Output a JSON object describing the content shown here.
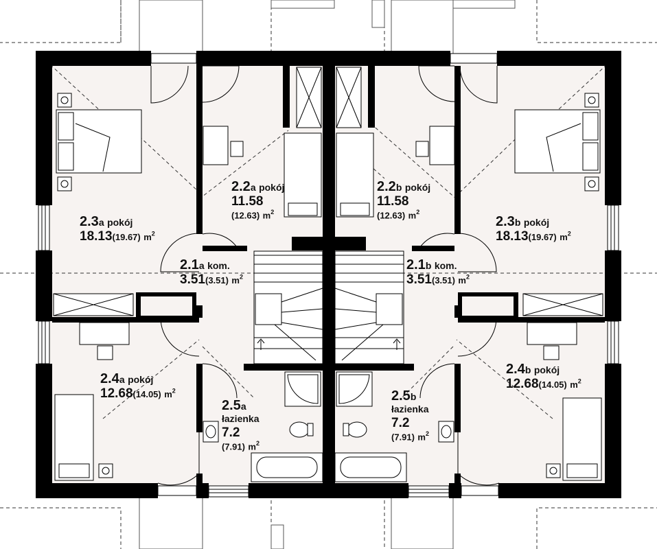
{
  "rooms": [
    {
      "id": "2.2a",
      "num": "2.2",
      "suffix": "a",
      "name": "pokój",
      "area": "11.58",
      "area2": "(12.63)",
      "unit": "m",
      "sup": "2"
    },
    {
      "id": "2.2b",
      "num": "2.2",
      "suffix": "b",
      "name": "pokój",
      "area": "11.58",
      "area2": "(12.63)",
      "unit": "m",
      "sup": "2"
    },
    {
      "id": "2.3a",
      "num": "2.3",
      "suffix": "a",
      "name": "pokój",
      "area": "18.13",
      "area2": "(19.67)",
      "unit": "m",
      "sup": "2"
    },
    {
      "id": "2.3b",
      "num": "2.3",
      "suffix": "b",
      "name": "pokój",
      "area": "18.13",
      "area2": "(19.67)",
      "unit": "m",
      "sup": "2"
    },
    {
      "id": "2.1a",
      "num": "2.1",
      "suffix": "a",
      "name": "kom.",
      "area": "3.51",
      "area2": "(3.51)",
      "unit": "m",
      "sup": "2"
    },
    {
      "id": "2.1b",
      "num": "2.1",
      "suffix": "b",
      "name": "kom.",
      "area": "3.51",
      "area2": "(3.51)",
      "unit": "m",
      "sup": "2"
    },
    {
      "id": "2.4a",
      "num": "2.4",
      "suffix": "a",
      "name": "pokój",
      "area": "12.68",
      "area2": "(14.05)",
      "unit": "m",
      "sup": "2"
    },
    {
      "id": "2.4b",
      "num": "2.4",
      "suffix": "b",
      "name": "pokój",
      "area": "12.68",
      "area2": "(14.05)",
      "unit": "m",
      "sup": "2"
    },
    {
      "id": "2.5a",
      "num": "2.5",
      "suffix": "a",
      "name": "łazienka",
      "area": "7.2",
      "area2": "(7.91)",
      "unit": "m",
      "sup": "2"
    },
    {
      "id": "2.5b",
      "num": "2.5",
      "suffix": "b",
      "name": "łazienka",
      "area": "7.2",
      "area2": "(7.91)",
      "unit": "m",
      "sup": "2"
    }
  ],
  "colors": {
    "wall": "#000000",
    "floor": "#f7f3f1",
    "line": "#222222"
  }
}
